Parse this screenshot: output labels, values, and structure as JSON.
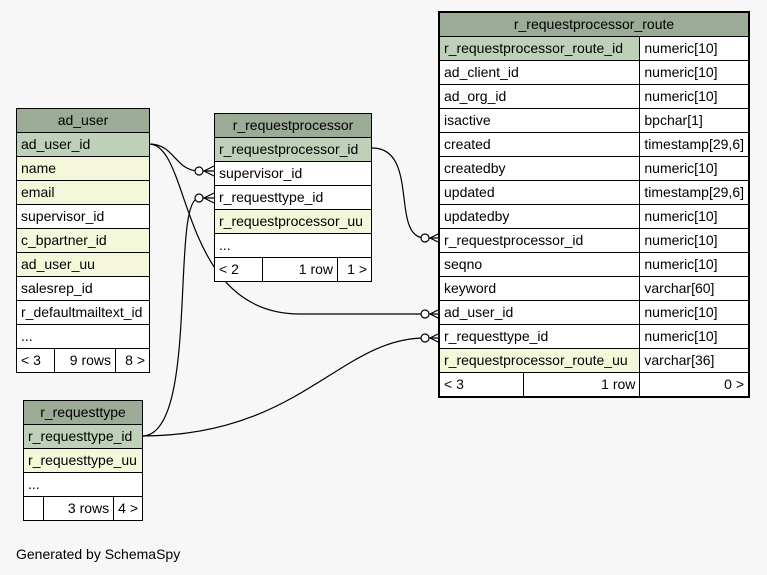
{
  "tables": {
    "ad_user": {
      "name": "ad_user",
      "rows": [
        "ad_user_id",
        "name",
        "email",
        "supervisor_id",
        "c_bpartner_id",
        "ad_user_uu",
        "salesrep_id",
        "r_defaultmailtext_id",
        "..."
      ],
      "footer": {
        "left": "< 3",
        "mid": "9 rows",
        "right": "8 >"
      }
    },
    "r_requestprocessor": {
      "name": "r_requestprocessor",
      "rows": [
        "r_requestprocessor_id",
        "supervisor_id",
        "r_requesttype_id",
        "r_requestprocessor_uu",
        "..."
      ],
      "footer": {
        "left": "< 2",
        "mid": "1 row",
        "right": "1 >"
      }
    },
    "r_requesttype": {
      "name": "r_requesttype",
      "rows": [
        "r_requesttype_id",
        "r_requesttype_uu",
        "..."
      ],
      "footer": {
        "left": "",
        "mid": "3 rows",
        "right": "4 >"
      }
    },
    "r_requestprocessor_route": {
      "name": "r_requestprocessor_route",
      "columns": [
        {
          "name": "r_requestprocessor_route_id",
          "type": "numeric[10]"
        },
        {
          "name": "ad_client_id",
          "type": "numeric[10]"
        },
        {
          "name": "ad_org_id",
          "type": "numeric[10]"
        },
        {
          "name": "isactive",
          "type": "bpchar[1]"
        },
        {
          "name": "created",
          "type": "timestamp[29,6]"
        },
        {
          "name": "createdby",
          "type": "numeric[10]"
        },
        {
          "name": "updated",
          "type": "timestamp[29,6]"
        },
        {
          "name": "updatedby",
          "type": "numeric[10]"
        },
        {
          "name": "r_requestprocessor_id",
          "type": "numeric[10]"
        },
        {
          "name": "seqno",
          "type": "numeric[10]"
        },
        {
          "name": "keyword",
          "type": "varchar[60]"
        },
        {
          "name": "ad_user_id",
          "type": "numeric[10]"
        },
        {
          "name": "r_requesttype_id",
          "type": "numeric[10]"
        },
        {
          "name": "r_requestprocessor_route_uu",
          "type": "varchar[36]"
        }
      ],
      "footer": {
        "left": "< 3",
        "mid": "1 row",
        "right": "0 >"
      }
    }
  },
  "colors": {
    "header": "#9bab96",
    "primary_key": "#bed1b8",
    "indexed": "#f4f7da",
    "background": "#f7f7f7"
  },
  "generated_by": "Generated by SchemaSpy"
}
